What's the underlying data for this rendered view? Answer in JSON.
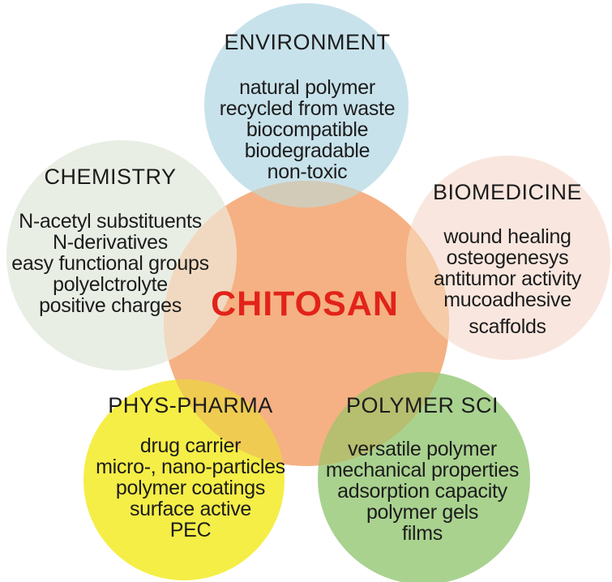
{
  "diagram": {
    "type": "venn-bubble",
    "background": "#FFFFFF"
  },
  "center": {
    "label": "CHITOSAN",
    "text_color": "#E2231A",
    "circle_color": "#F5B183"
  },
  "circles": [
    {
      "id": "environment",
      "title": "ENVIRONMENT",
      "color": "#C8E2EB",
      "overlap_color": "#D2CBB8",
      "items": [
        "natural polymer",
        "recycled from waste",
        "biocompatible",
        "biodegradable",
        "non-toxic"
      ]
    },
    {
      "id": "chemistry",
      "title": "CHEMISTRY",
      "color": "#E9EEE5",
      "overlap_color": "#F1D9C1",
      "items": [
        "N-acetyl substituents",
        "N-derivatives",
        "easy functional groups",
        "polyelctrolyte",
        "positive charges"
      ]
    },
    {
      "id": "biomedicine",
      "title": "BIOMEDICINE",
      "color": "#F9E7DF",
      "overlap_color": "#F6CBA7",
      "items": [
        "wound healing",
        "osteogenesys",
        "antitumor activity",
        "mucoadhesive",
        "scaffolds"
      ]
    },
    {
      "id": "phys-pharma",
      "title": "PHYS-PHARMA",
      "color": "#F5EE47",
      "overlap_color": "#EFCB52",
      "items": [
        "drug carrier",
        "micro-, nano-particles",
        "polymer coatings",
        "surface active",
        "PEC"
      ]
    },
    {
      "id": "polymer-sci",
      "title": "POLYMER SCI",
      "color": "#A9D28F",
      "overlap_color": "#B6BE70",
      "items": [
        "versatile polymer",
        "mechanical properties",
        "adsorption capacity",
        "polymer gels",
        "films"
      ]
    }
  ],
  "colors": {
    "text": "#1C1C1C",
    "background": "#FFFFFF"
  }
}
